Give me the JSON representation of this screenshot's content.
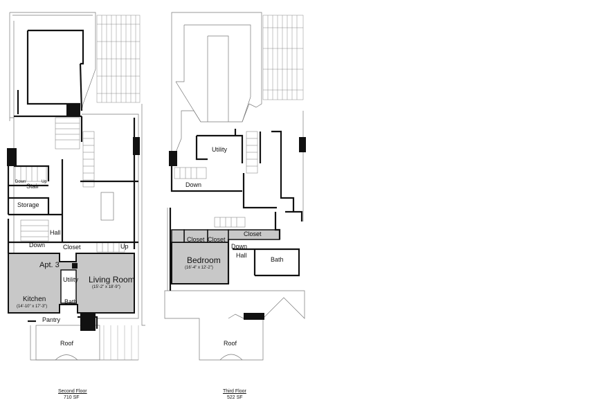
{
  "second_floor": {
    "caption": "Second Floor",
    "area": "710 SF",
    "rooms": {
      "apt": "Apt. 3",
      "living_room": "Living Room",
      "living_room_dims": "(15'-2\" x 18'-9\")",
      "kitchen": "Kitchen",
      "kitchen_dims": "(14'-10\" x 17'-3\")",
      "utility": "Utility",
      "bath": "Bath",
      "pantry": "Pantry",
      "closet": "Closet",
      "stair": "Stair",
      "storage": "Storage",
      "hall": "Hall",
      "down": "Down",
      "up": "Up",
      "stair_down": "Down",
      "stair_up": "Up",
      "roof": "Roof"
    }
  },
  "third_floor": {
    "caption": "Third Floor",
    "area": "522 SF",
    "rooms": {
      "utility": "Utility",
      "down": "Down",
      "bedroom": "Bedroom",
      "bedroom_dims": "(16'-4\" x 12'-2\")",
      "closet_a": "Closet",
      "closet_b": "Closet",
      "closet_c": "Closet",
      "down_hall": "Down",
      "hall": "Hall",
      "bath": "Bath",
      "roof": "Roof"
    }
  },
  "colors": {
    "highlight_fill": "#c8c8c8",
    "wall": "#111111",
    "line": "#777777"
  }
}
